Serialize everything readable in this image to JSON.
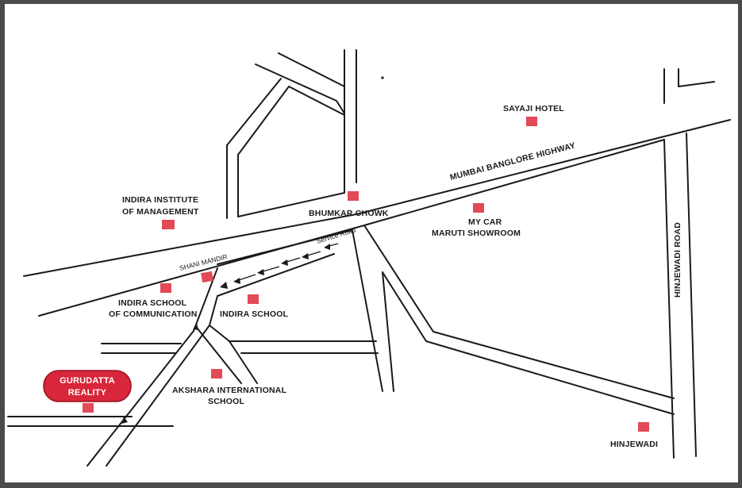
{
  "labels": {
    "sayaji_hotel": "SAYAJI HOTEL",
    "highway": "MUMBAI BANGLORE HIGHWAY",
    "indira_institute_1": "INDIRA INSTITUTE",
    "indira_institute_2": "OF MANAGEMENT",
    "bhumkar_chowk": "BHUMKAR CHOWK",
    "my_car_1": "MY CAR",
    "my_car_2": "MARUTI SHOWROOM",
    "hinjewadi_road": "HINJEWADI ROAD",
    "service_road": "Service Road",
    "shani_mandir": "SHANI MANDIR",
    "indira_school_comm_1": "INDIRA SCHOOL",
    "indira_school_comm_2": "OF COMMUNICATION",
    "indira_school": "INDIRA SCHOOL",
    "gurudatta_1": "GURUDATTA",
    "gurudatta_2": "REALITY",
    "akshara_1": "AKSHARA INTERNATIONAL",
    "akshara_2": "SCHOOL",
    "hinjewadi": "HINJEWADI"
  },
  "colors": {
    "marker": "#e24a57",
    "badge": "#d8263a",
    "road": "#1a1a1a",
    "frame": "#4a4a4a"
  }
}
